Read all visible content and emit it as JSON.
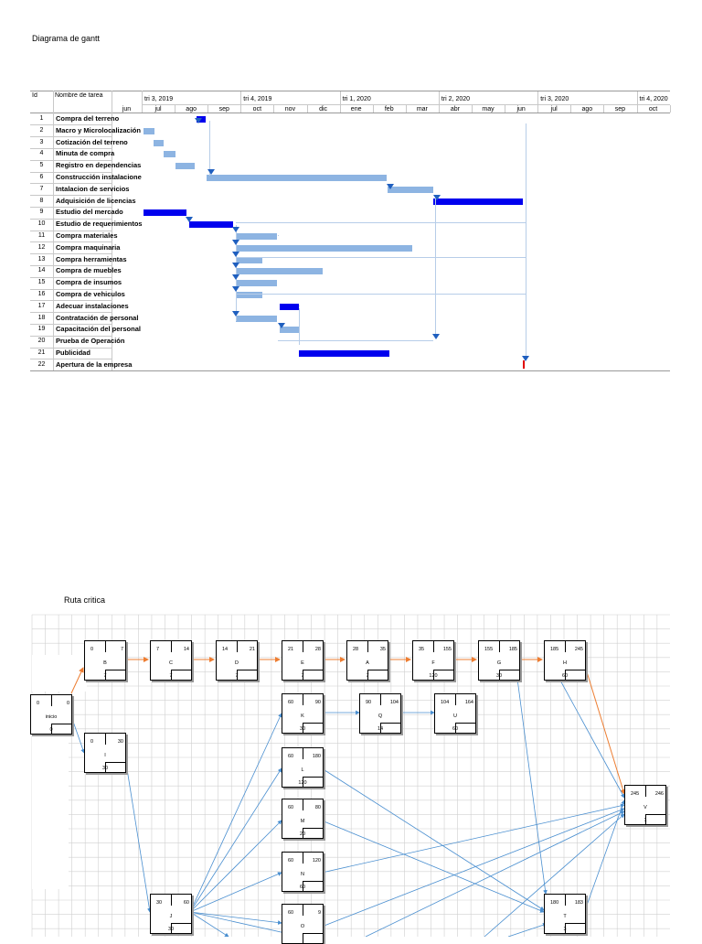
{
  "gantt": {
    "title": "Diagrama de gantt",
    "col_id": "Id",
    "col_name": "Nombre de tarea",
    "quarters": [
      "tri 3, 2019",
      "tri 4, 2019",
      "tri 1, 2020",
      "tri 2, 2020",
      "tri 3, 2020",
      "tri 4, 2020"
    ],
    "months": [
      "jun",
      "jul",
      "ago",
      "sep",
      "oct",
      "nov",
      "dic",
      "ene",
      "feb",
      "mar",
      "abr",
      "may",
      "jun",
      "jul",
      "ago",
      "sep",
      "oct"
    ],
    "tasks": [
      {
        "id": "1",
        "name": "Compra del terreno"
      },
      {
        "id": "2",
        "name": "Macro y Microlocalización"
      },
      {
        "id": "3",
        "name": "Cotización del terreno"
      },
      {
        "id": "4",
        "name": "Minuta de compra"
      },
      {
        "id": "5",
        "name": "Registro en dependencias"
      },
      {
        "id": "6",
        "name": "Construcción instalaciones"
      },
      {
        "id": "7",
        "name": "Intalacion de servicios"
      },
      {
        "id": "8",
        "name": "Adquisición de licencias"
      },
      {
        "id": "9",
        "name": "Estudio del mercado"
      },
      {
        "id": "10",
        "name": "Estudio de requerimientos"
      },
      {
        "id": "11",
        "name": "Compra materiales"
      },
      {
        "id": "12",
        "name": "Compra maquinaria"
      },
      {
        "id": "13",
        "name": "Compra herramientas"
      },
      {
        "id": "14",
        "name": "Compra de muebles"
      },
      {
        "id": "15",
        "name": "Compra de insumos"
      },
      {
        "id": "16",
        "name": "Compra de vehiculos"
      },
      {
        "id": "17",
        "name": "Adecuar instalaciones"
      },
      {
        "id": "18",
        "name": "Contratación de personal"
      },
      {
        "id": "19",
        "name": "Capacitación del personal"
      },
      {
        "id": "20",
        "name": "Prueba de Operación"
      },
      {
        "id": "21",
        "name": "Publicidad"
      },
      {
        "id": "22",
        "name": "Apertura de la empresa"
      }
    ]
  },
  "cpm": {
    "title": "Ruta critica",
    "nodes": [
      {
        "name": "inicio",
        "es": "0",
        "ef": "0",
        "dur": "0"
      },
      {
        "name": "B",
        "es": "0",
        "ef": "7",
        "dur": "7"
      },
      {
        "name": "C",
        "es": "7",
        "ef": "14",
        "dur": "7"
      },
      {
        "name": "D",
        "es": "14",
        "ef": "21",
        "dur": "7"
      },
      {
        "name": "E",
        "es": "21",
        "ef": "28",
        "dur": "7"
      },
      {
        "name": "A",
        "es": "28",
        "ef": "35",
        "dur": "7"
      },
      {
        "name": "F",
        "es": "35",
        "ef": "155",
        "dur": "120"
      },
      {
        "name": "G",
        "es": "155",
        "ef": "185",
        "dur": "30"
      },
      {
        "name": "H",
        "es": "185",
        "ef": "245",
        "dur": "60"
      },
      {
        "name": "I",
        "es": "0",
        "ef": "30",
        "dur": "30"
      },
      {
        "name": "K",
        "es": "60",
        "ef": "90",
        "dur": "30"
      },
      {
        "name": "Q",
        "es": "90",
        "ef": "104",
        "dur": "14"
      },
      {
        "name": "U",
        "es": "104",
        "ef": "164",
        "dur": "60"
      },
      {
        "name": "L",
        "es": "60",
        "ef": "180",
        "dur": "120"
      },
      {
        "name": "M",
        "es": "60",
        "ef": "80",
        "dur": "20"
      },
      {
        "name": "N",
        "es": "60",
        "ef": "120",
        "dur": "60"
      },
      {
        "name": "V",
        "es": "245",
        "ef": "246",
        "dur": "1"
      },
      {
        "name": "J",
        "es": "30",
        "ef": "60",
        "dur": "30"
      },
      {
        "name": "O",
        "es": "60",
        "ef": "9",
        "dur": ""
      },
      {
        "name": "T",
        "es": "180",
        "ef": "183",
        "dur": "3"
      }
    ]
  }
}
